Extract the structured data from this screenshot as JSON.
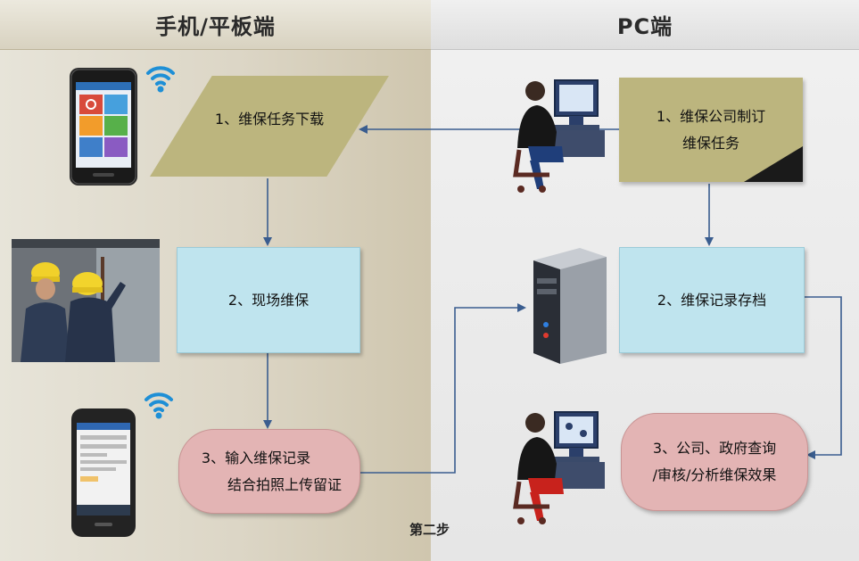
{
  "left_panel": {
    "title": "手机/平板端"
  },
  "right_panel": {
    "title": "PC端"
  },
  "left_steps": [
    {
      "lines": [
        "1、维保任务下载"
      ]
    },
    {
      "lines": [
        "2、现场维保"
      ]
    },
    {
      "lines": [
        "3、输入维保记录",
        "结合拍照上传留证"
      ]
    }
  ],
  "right_steps": [
    {
      "lines": [
        "1、维保公司制订",
        "维保任务"
      ]
    },
    {
      "lines": [
        "2、维保记录存档"
      ]
    },
    {
      "lines": [
        "3、公司、政府查询",
        "/审核/分析维保效果"
      ]
    }
  ],
  "caption": "第二步",
  "colors": {
    "olive_box": "#bcb57e",
    "blue_box": "#bfe4ee",
    "pink_box": "#e3b4b4",
    "arrow": "#3a5d8f",
    "wifi": "#1e8fd6"
  },
  "icons": [
    "smartphone-icon",
    "wifi-icon",
    "workers-photo",
    "pc-user-icon",
    "server-icon"
  ]
}
